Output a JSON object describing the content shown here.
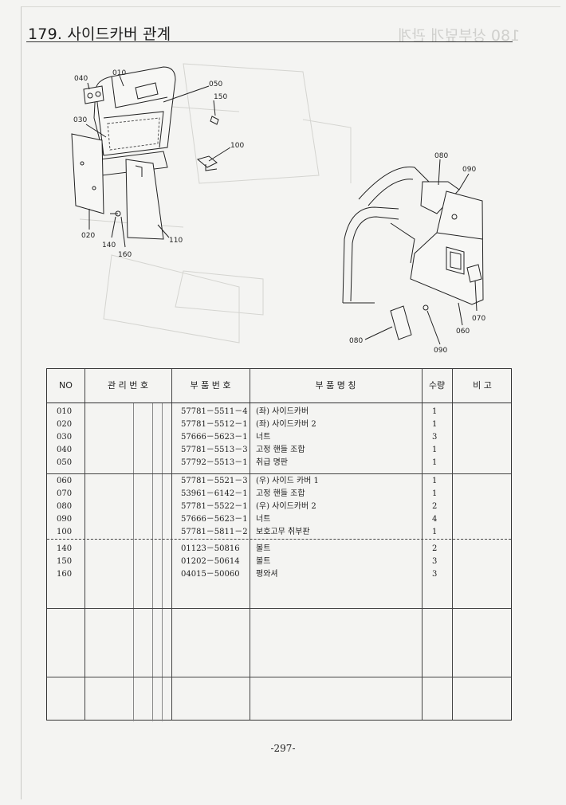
{
  "page": {
    "title": "179. 사이드카버 관계",
    "ghost_title": "180 상부덮개 관계",
    "page_number": "-297-"
  },
  "diagram": {
    "callouts": [
      "040",
      "010",
      "050",
      "150",
      "030",
      "100",
      "020",
      "140",
      "160",
      "110",
      "080",
      "090",
      "070",
      "060",
      "080",
      "090"
    ]
  },
  "table": {
    "headers": {
      "no": "NO",
      "mgmt": "관 리 번 호",
      "part_no": "부 품 번 호",
      "part_name": "부 품 명 칭",
      "qty": "수량",
      "remarks": "비 고"
    },
    "groups": [
      {
        "rows": [
          {
            "no": "010",
            "part_no": "57781－5511－4",
            "name": "(좌) 사이드카버",
            "qty": "1"
          },
          {
            "no": "020",
            "part_no": "57781－5512－1",
            "name": "(좌) 사이드카버 2",
            "qty": "1"
          },
          {
            "no": "030",
            "part_no": "57666－5623－1",
            "name": "너트",
            "qty": "3"
          },
          {
            "no": "040",
            "part_no": "57781－5513－3",
            "name": "고정 핸들 조합",
            "qty": "1"
          },
          {
            "no": "050",
            "part_no": "57792－5513－1",
            "name": "취급 명판",
            "qty": "1"
          }
        ]
      },
      {
        "rows": [
          {
            "no": "060",
            "part_no": "57781－5521－3",
            "name": "(우) 사이드 카버 1",
            "qty": "1"
          },
          {
            "no": "070",
            "part_no": "53961－6142－1",
            "name": "고정 핸들 조합",
            "qty": "1"
          },
          {
            "no": "080",
            "part_no": "57781－5522－1",
            "name": "(우) 사이드카버 2",
            "qty": "2"
          },
          {
            "no": "090",
            "part_no": "57666－5623－1",
            "name": "너트",
            "qty": "4"
          },
          {
            "no": "100",
            "part_no": "57781－5811－2",
            "name": "보호고무 취부판",
            "qty": "1"
          }
        ]
      },
      {
        "rows": [
          {
            "no": "140",
            "part_no": "01123－50816",
            "name": "볼트",
            "qty": "2"
          },
          {
            "no": "150",
            "part_no": "01202－50614",
            "name": "볼트",
            "qty": "3"
          },
          {
            "no": "160",
            "part_no": "04015－50060",
            "name": "평와셔",
            "qty": "3"
          }
        ]
      }
    ]
  }
}
